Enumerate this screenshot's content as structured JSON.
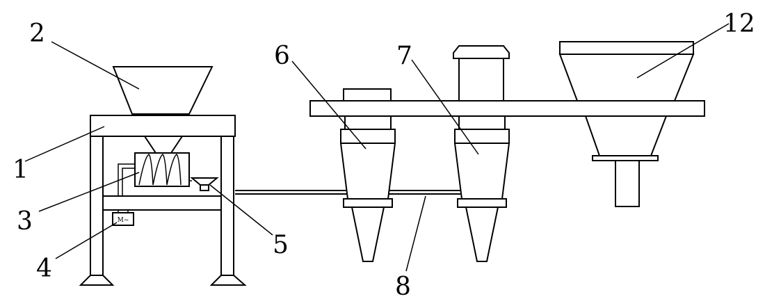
{
  "labels": {
    "frame": "1",
    "hopper": "2",
    "screw_conveyor": "3",
    "motor": "4",
    "outlet_funnel": "5",
    "cyclone_left": "6",
    "cyclone_right": "7",
    "pipe": "8",
    "silo": "12"
  },
  "motor_symbol": "M~"
}
